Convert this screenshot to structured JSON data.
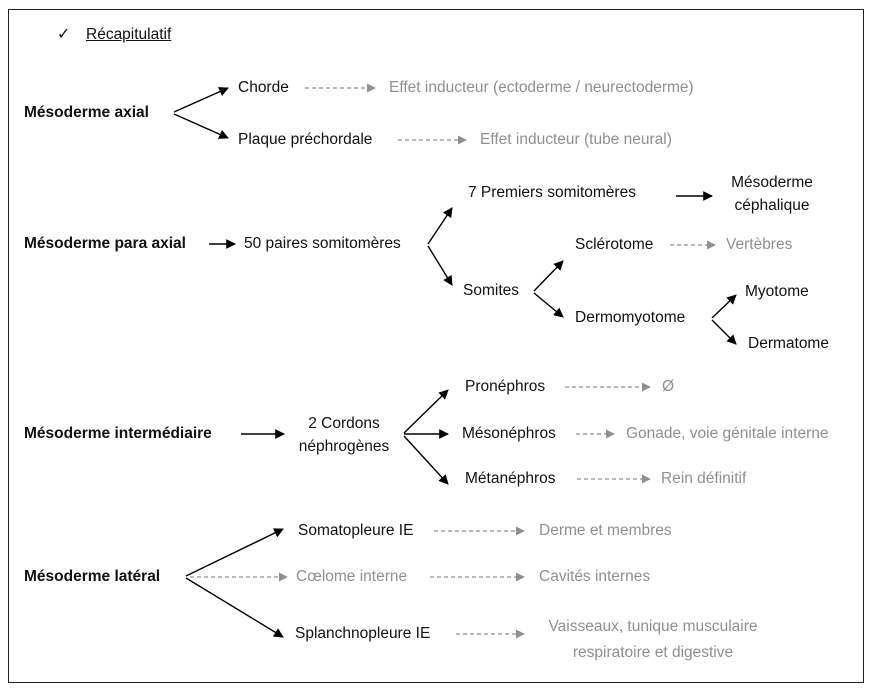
{
  "header": {
    "check_mark": "✓",
    "title": "Récapitulatif"
  },
  "axial": {
    "label": "Mésoderme axial",
    "chorde": "Chorde",
    "chorde_effect": "Effet inducteur (ectoderme / neurectoderme)",
    "plaque": "Plaque préchordale",
    "plaque_effect": "Effet inducteur (tube neural)"
  },
  "para_axial": {
    "label": "Mésoderme para axial",
    "pairs": "50 paires somitomères",
    "first": "7 Premiers somitomères",
    "cephalic_line1": "Mésoderme",
    "cephalic_line2": "céphalique",
    "somites": "Somites",
    "sclerotome": "Sclérotome",
    "vertebres": "Vertèbres",
    "dermomyotome": "Dermomyotome",
    "myotome": "Myotome",
    "dermatome": "Dermatome"
  },
  "intermediate": {
    "label": "Mésoderme intermédiaire",
    "cords_line1": "2 Cordons",
    "cords_line2": "néphrogènes",
    "pronephros": "Pronéphros",
    "pronephros_effect": "Ø",
    "mesonephros": "Mésonéphros",
    "mesonephros_effect": "Gonade, voie génitale interne",
    "metanephros": "Métanéphros",
    "metanephros_effect": "Rein définitif"
  },
  "lateral": {
    "label": "Mésoderme latéral",
    "somato": "Somatopleure IE",
    "somato_effect": "Derme et membres",
    "coelome": "Cœlome interne",
    "coelome_effect": "Cavités internes",
    "splanchno": "Splanchnopleure IE",
    "splanchno_effect_line1": "Vaisseaux, tunique musculaire",
    "splanchno_effect_line2": "respiratoire et digestive"
  },
  "colors": {
    "text": "#111111",
    "faded_text": "#8f8f8f",
    "solid_arrow": "#000000",
    "dashed_arrow": "#8f8f8f",
    "border": "#222222"
  }
}
